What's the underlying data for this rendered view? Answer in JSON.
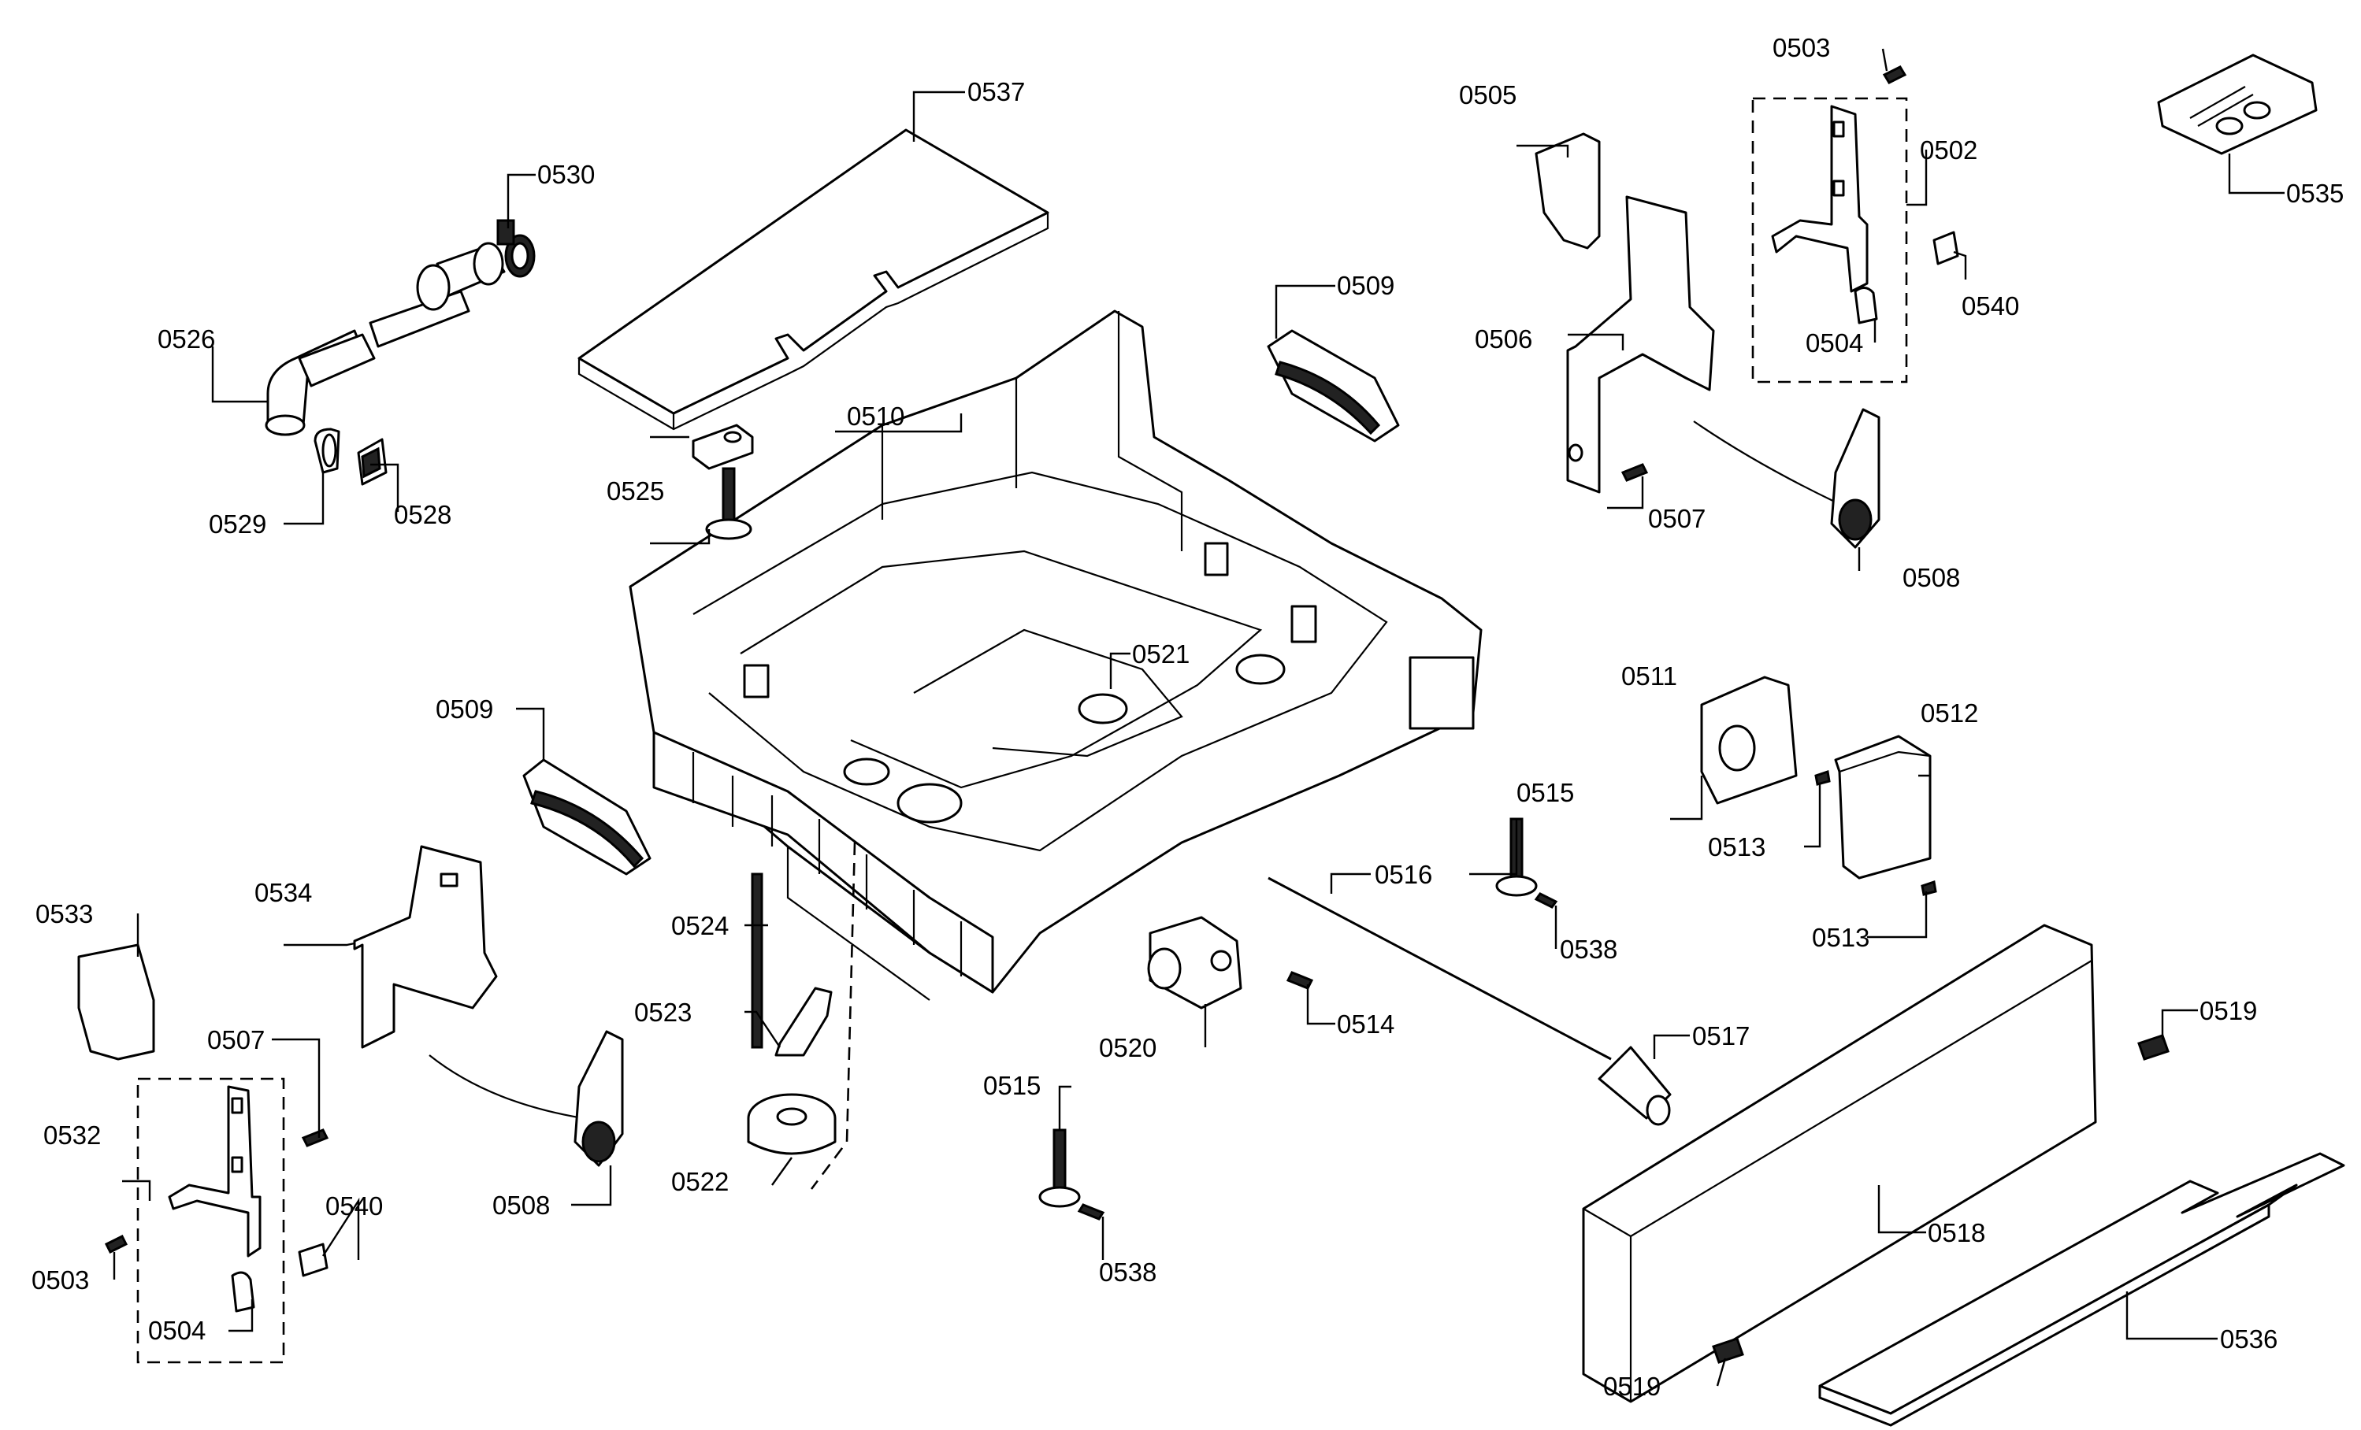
{
  "diagram": {
    "labels": {
      "p0502": "0502",
      "p0503a": "0503",
      "p0503b": "0503",
      "p0504a": "0504",
      "p0504b": "0504",
      "p0505": "0505",
      "p0506": "0506",
      "p0507a": "0507",
      "p0507b": "0507",
      "p0508a": "0508",
      "p0508b": "0508",
      "p0509a": "0509",
      "p0509b": "0509",
      "p0510": "0510",
      "p0511": "0511",
      "p0512": "0512",
      "p0513a": "0513",
      "p0513b": "0513",
      "p0514": "0514",
      "p0515a": "0515",
      "p0515b": "0515",
      "p0516": "0516",
      "p0517": "0517",
      "p0518": "0518",
      "p0519a": "0519",
      "p0519b": "0519",
      "p0520": "0520",
      "p0521": "0521",
      "p0522": "0522",
      "p0523": "0523",
      "p0524": "0524",
      "p0525": "0525",
      "p0526": "0526",
      "p0528": "0528",
      "p0529": "0529",
      "p0530": "0530",
      "p0532": "0532",
      "p0533": "0533",
      "p0534": "0534",
      "p0535": "0535",
      "p0536": "0536",
      "p0537": "0537",
      "p0538a": "0538",
      "p0538b": "0538",
      "p0540a": "0540",
      "p0540b": "0540"
    }
  }
}
